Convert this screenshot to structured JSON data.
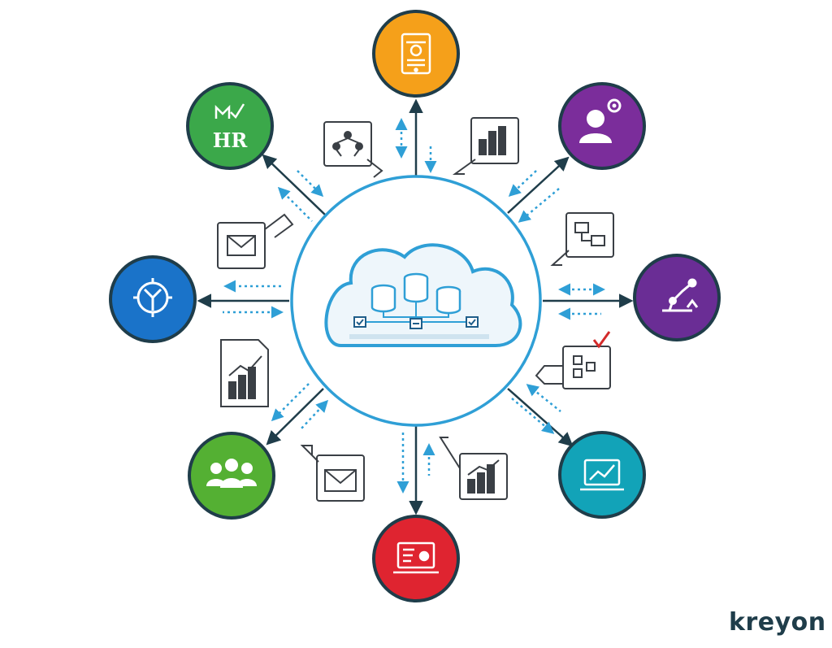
{
  "brand": {
    "name": "kreyon"
  },
  "hub": {
    "icon": "cloud-database-icon"
  },
  "nodes": [
    {
      "id": "mobile-app",
      "icon": "tablet-gear-icon",
      "color": "#f5a01a"
    },
    {
      "id": "crm",
      "icon": "user-gear-icon",
      "color": "#7b2d9b"
    },
    {
      "id": "robotics",
      "icon": "robot-arm-icon",
      "color": "#6a2d95"
    },
    {
      "id": "analytics",
      "icon": "laptop-chart-icon",
      "color": "#12a3b8"
    },
    {
      "id": "reporting",
      "icon": "laptop-report-icon",
      "color": "#df2430"
    },
    {
      "id": "team",
      "icon": "people-group-icon",
      "color": "#54b033"
    },
    {
      "id": "operations",
      "icon": "gear-wrench-icon",
      "color": "#1a73c9"
    },
    {
      "id": "hr",
      "icon": "hr-check-icon",
      "color": "#3ba84a",
      "label": "HR"
    }
  ],
  "data_cards": [
    {
      "icon": "org-chart-card-icon"
    },
    {
      "icon": "bar-chart-card-icon"
    },
    {
      "icon": "message-card-icon"
    },
    {
      "icon": "email-card-icon"
    },
    {
      "icon": "flowchart-card-icon"
    },
    {
      "icon": "growth-chart-card-icon"
    },
    {
      "icon": "mail-card-icon"
    },
    {
      "icon": "chart-card-icon"
    }
  ],
  "colors": {
    "hub_ring": "#2f9fd6",
    "connector": "#1f3d4a",
    "dotted": "#2f9fd6",
    "check": "#d32a2a"
  }
}
